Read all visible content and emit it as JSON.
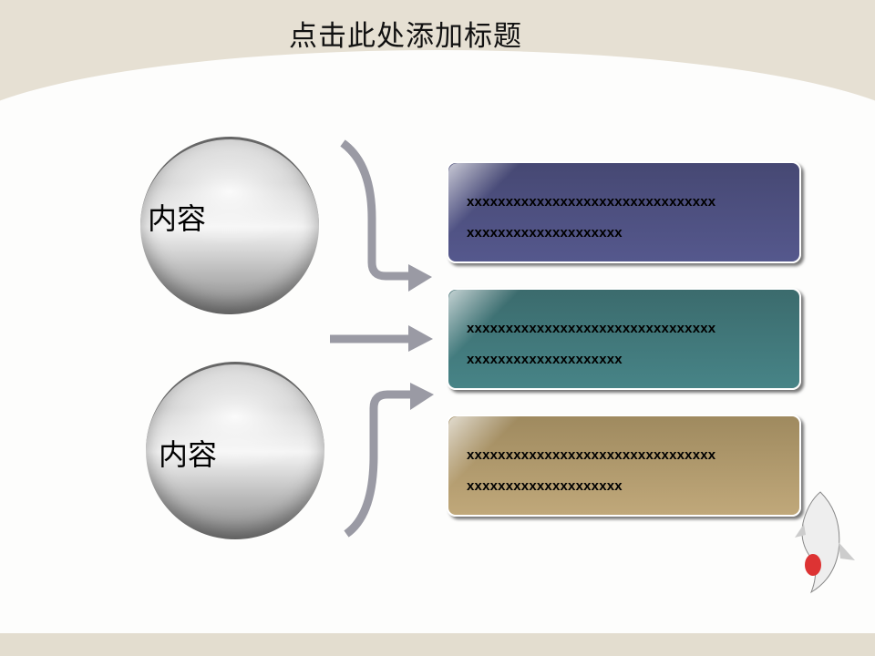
{
  "title": "点击此处添加标题",
  "circles": [
    {
      "label": "内容"
    },
    {
      "label": "内容"
    }
  ],
  "boxes": [
    {
      "line1": "xxxxxxxxxxxxxxxxxxxxxxxxxxxxxxxx",
      "line2": "xxxxxxxxxxxxxxxxxxxx",
      "color": "#4a4c7e"
    },
    {
      "line1": "xxxxxxxxxxxxxxxxxxxxxxxxxxxxxxxx",
      "line2": "xxxxxxxxxxxxxxxxxxxx",
      "color": "#3f7678"
    },
    {
      "line1": "xxxxxxxxxxxxxxxxxxxxxxxxxxxxxxxx",
      "line2": "xxxxxxxxxxxxxxxxxxxx",
      "color": "#a99568"
    }
  ]
}
